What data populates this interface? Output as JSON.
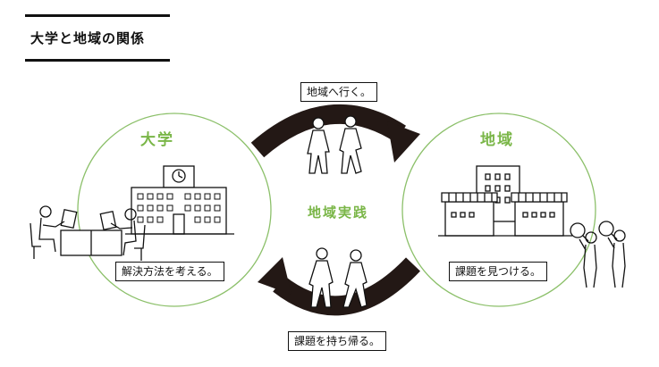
{
  "title": "大学と地域の関係",
  "university": {
    "title": "大学",
    "caption": "解決方法を考える。"
  },
  "region": {
    "title": "地域",
    "caption": "課題を見つける。"
  },
  "center": {
    "label": "地域実践"
  },
  "arrows": {
    "top_label": "地域へ行く。",
    "bottom_label": "課題を持ち帰る。"
  },
  "colors": {
    "accent": "#7ab648",
    "circle_stroke": "#8cc06a",
    "arrow": "#231815"
  }
}
